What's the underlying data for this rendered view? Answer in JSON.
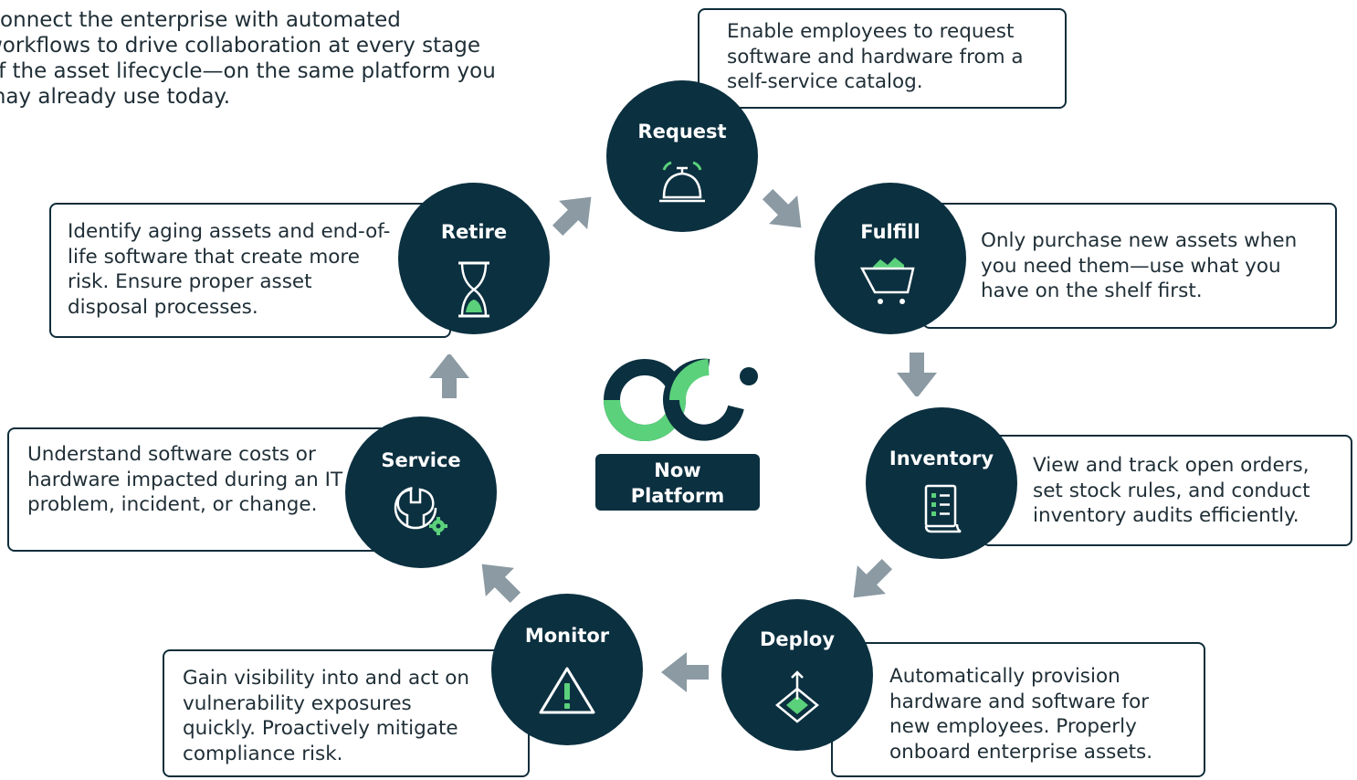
{
  "intro": "Connect the enterprise with automated workflows to drive collaboration at every stage of the asset lifecycle—on the same platform you may already use today.",
  "center": {
    "label_line1": "Now",
    "label_line2": "Platform"
  },
  "colors": {
    "node": "#0b3040",
    "accent_green": "#5bd17b",
    "arrow": "#8b9aa3",
    "border": "#0f2d3a"
  },
  "stages": {
    "request": {
      "label": "Request",
      "icon": "service-bell-icon",
      "text": "Enable employees to request software and hardware from a self-service catalog."
    },
    "fulfill": {
      "label": "Fulfill",
      "icon": "shopping-cart-icon",
      "text": "Only purchase new assets when you need them—use what you have on the shelf first."
    },
    "inventory": {
      "label": "Inventory",
      "icon": "checklist-icon",
      "text": "View and track open orders, set stock rules, and conduct inventory audits efficiently."
    },
    "deploy": {
      "label": "Deploy",
      "icon": "deploy-diamond-icon",
      "text": "Automatically provision hardware and software for new employees. Properly onboard enterprise assets."
    },
    "monitor": {
      "label": "Monitor",
      "icon": "warning-triangle-icon",
      "text": "Gain visibility into and act on vulnerability exposures quickly. Proactively mitigate compliance risk."
    },
    "service": {
      "label": "Service",
      "icon": "wrench-gear-icon",
      "text": "Understand software costs or hardware impacted during an IT problem, incident, or change."
    },
    "retire": {
      "label": "Retire",
      "icon": "hourglass-icon",
      "text": "Identify aging assets and end-of-life software that create more risk. Ensure proper asset disposal processes."
    }
  }
}
